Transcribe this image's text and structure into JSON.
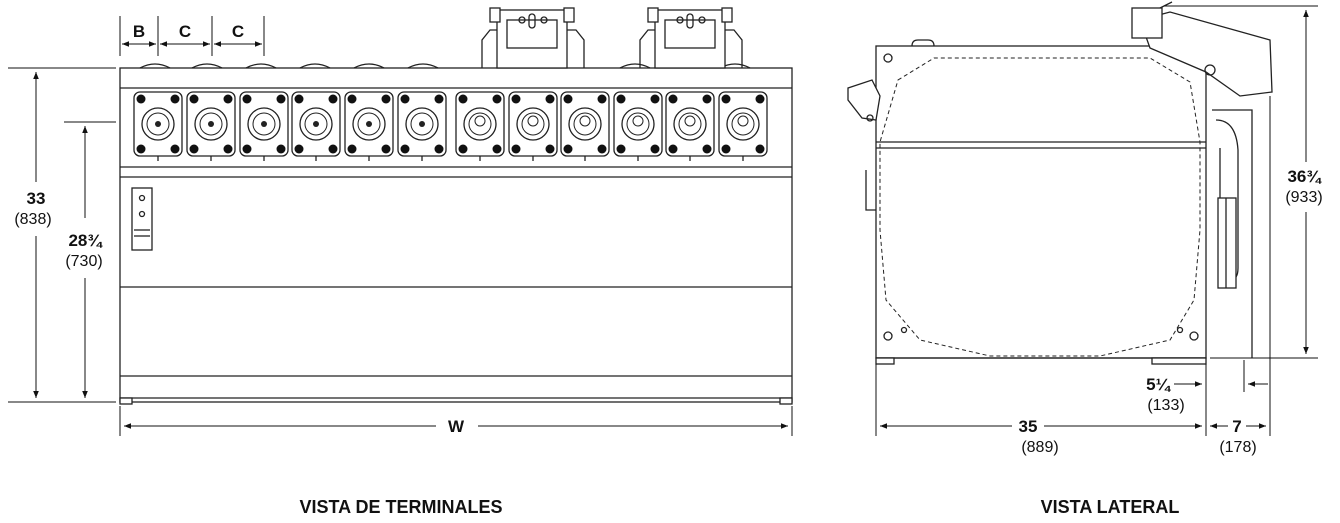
{
  "terminal_view": {
    "caption": "VISTA DE TERMINALES",
    "dim_b": "B",
    "dim_c1": "C",
    "dim_c2": "C",
    "height_outer_in": "33",
    "height_outer_mm": "(838)",
    "height_inner_in": "28¾",
    "height_inner_mm": "(730)",
    "width": "W"
  },
  "side_view": {
    "caption": "VISTA LATERAL",
    "height_in": "36¾",
    "height_mm": "(933)",
    "depth_in": "35",
    "depth_mm": "(889)",
    "offset_in": "5¼",
    "offset_mm": "(133)",
    "ext_in": "7",
    "ext_mm": "(178)"
  }
}
